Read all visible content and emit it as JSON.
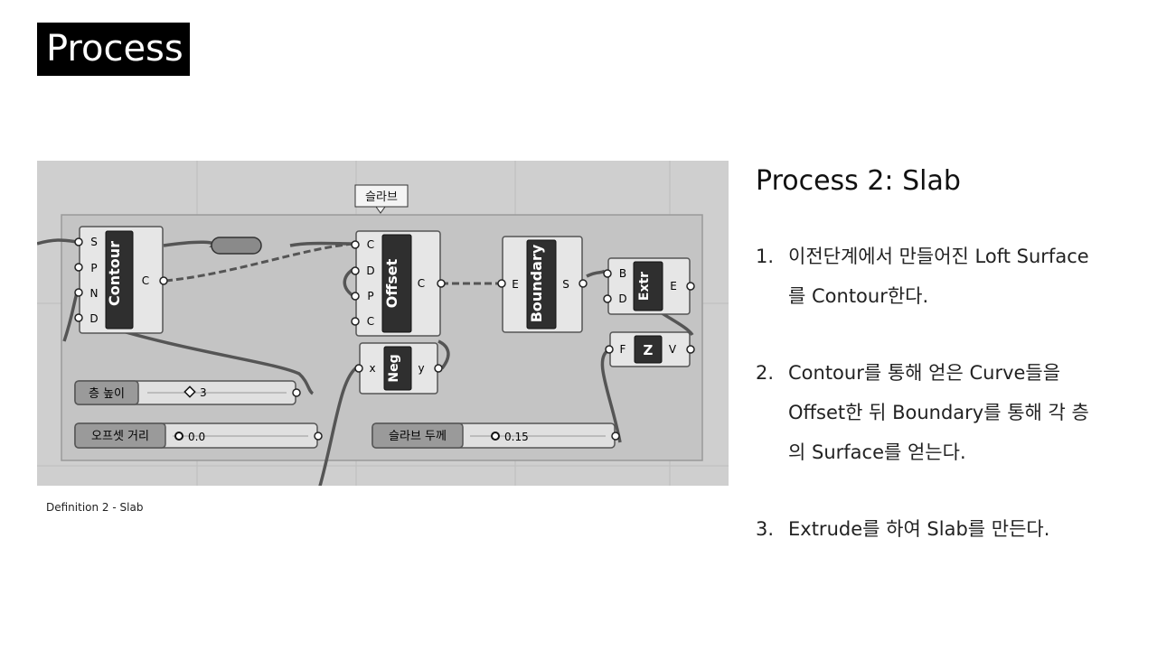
{
  "page_title": "Process",
  "right_heading": "Process 2: Slab",
  "steps": [
    {
      "num": "1.",
      "lines": [
        "이전단계에서 만들어진 Loft Surface",
        "를 Contour한다."
      ]
    },
    {
      "num": "2.",
      "lines": [
        "Contour를 통해 얻은 Curve들을",
        "Offset한 뒤 Boundary를 통해 각 층",
        "의 Surface를 얻는다."
      ]
    },
    {
      "num": "3.",
      "lines": [
        "Extrude를 하여 Slab를 만든다."
      ]
    }
  ],
  "caption": "Definition 2 - Slab",
  "definition": {
    "group_label": "슬라브",
    "contour": {
      "name": "Contour",
      "inputs": [
        "S",
        "P",
        "N",
        "D"
      ],
      "outputs": [
        "C"
      ]
    },
    "offset": {
      "name": "Offset",
      "inputs": [
        "C",
        "D",
        "P",
        "C"
      ],
      "outputs": [
        "C"
      ]
    },
    "boundary": {
      "name": "Boundary",
      "inputs": [
        "E"
      ],
      "outputs": [
        "S"
      ]
    },
    "extr": {
      "name": "Extr",
      "inputs": [
        "B",
        "D"
      ],
      "outputs": [
        "E"
      ]
    },
    "neg": {
      "name": "Neg",
      "inputs": [
        "x"
      ],
      "outputs": [
        "y"
      ]
    },
    "z": {
      "name": "Z",
      "inputs": [
        "F"
      ],
      "outputs": [
        "V"
      ]
    },
    "sliders": [
      {
        "label": "층 높이",
        "value": "3"
      },
      {
        "label": "오프셋 거리",
        "value": "0.0"
      },
      {
        "label": "슬라브 두께",
        "value": "0.15"
      }
    ]
  }
}
